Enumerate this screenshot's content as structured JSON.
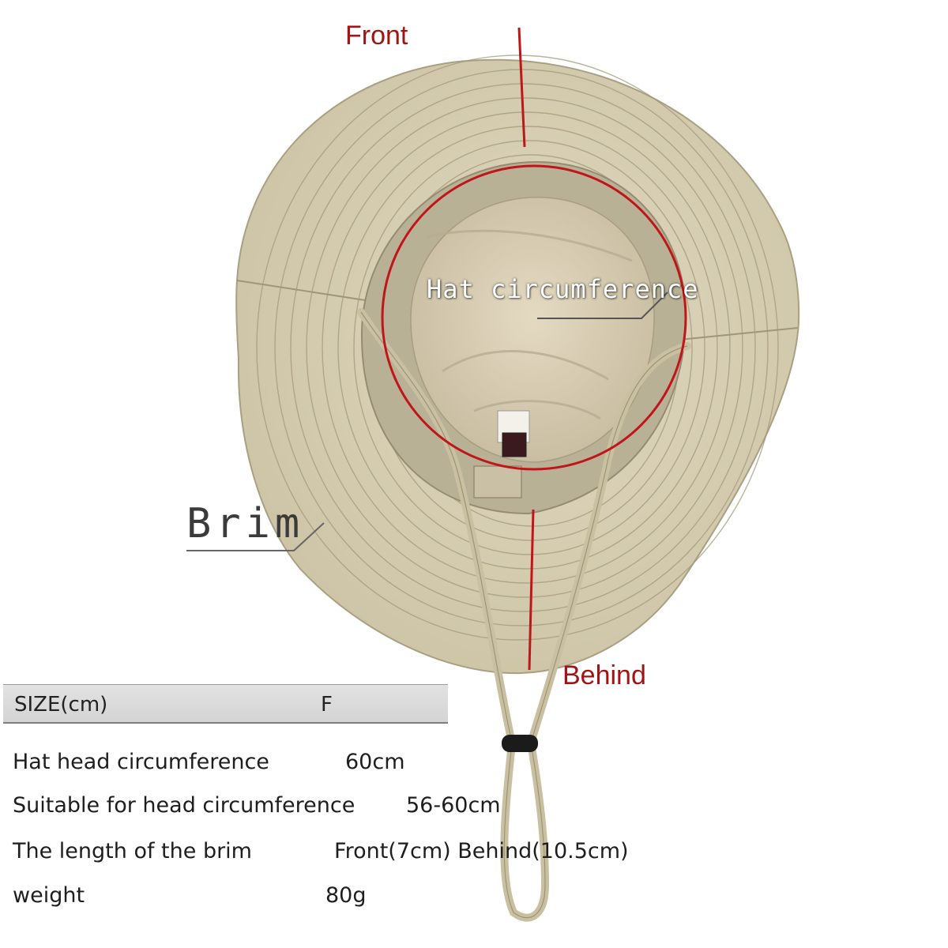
{
  "labels": {
    "front": "Front",
    "behind": "Behind",
    "hat_circumference": "Hat circumference",
    "brim": "Brim"
  },
  "size_table": {
    "header": {
      "label": "SIZE(cm)",
      "value": "F"
    },
    "rows": [
      {
        "label": "Hat head circumference",
        "value": "60cm"
      },
      {
        "label": "Suitable for head circumference",
        "value": "56-60cm"
      },
      {
        "label": "The length of the brim",
        "value": "Front(7cm) Behind(10.5cm)"
      },
      {
        "label": "weight",
        "value": "80g"
      }
    ]
  },
  "colors": {
    "hat_fabric": "#d6ceb3",
    "hat_shadow": "#b7ae92",
    "lining": "#ddd3ba",
    "measure_line": "#c0161a",
    "label_red": "#a11414",
    "table_header_bg": "#d9d9d9"
  }
}
